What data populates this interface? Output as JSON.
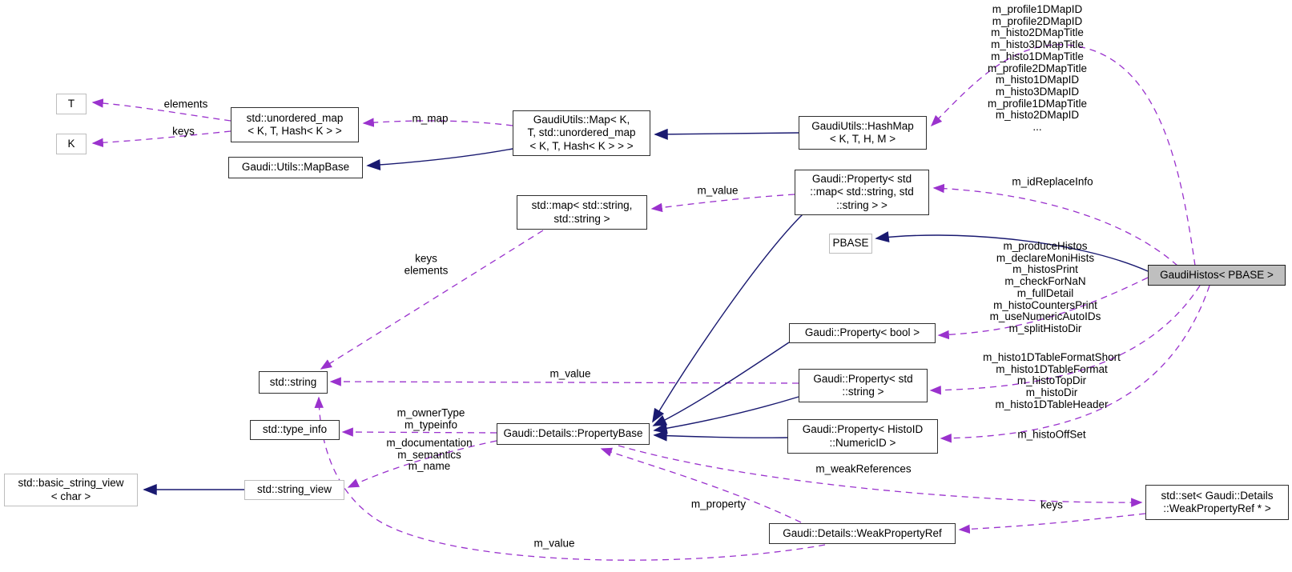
{
  "nodes": {
    "t": {
      "label": "T"
    },
    "k": {
      "label": "K"
    },
    "unordered_map": {
      "label": "std::unordered_map\n< K, T, Hash< K > >"
    },
    "map_base": {
      "label": "Gaudi::Utils::MapBase"
    },
    "gaudi_map": {
      "label": "GaudiUtils::Map< K,\n T, std::unordered_map\n< K, T, Hash< K > > >"
    },
    "hash_map": {
      "label": "GaudiUtils::HashMap\n< K, T, H, M >"
    },
    "std_map": {
      "label": "std::map< std::string,\nstd::string >"
    },
    "property_map": {
      "label": "Gaudi::Property< std\n::map< std::string, std\n::string > >"
    },
    "pbase": {
      "label": "PBASE"
    },
    "gaudi_histos": {
      "label": "GaudiHistos< PBASE >"
    },
    "property_bool": {
      "label": "Gaudi::Property< bool >"
    },
    "std_string": {
      "label": "std::string"
    },
    "property_string": {
      "label": "Gaudi::Property< std\n::string >"
    },
    "type_info": {
      "label": "std::type_info"
    },
    "property_base": {
      "label": "Gaudi::Details::PropertyBase"
    },
    "property_histoid": {
      "label": "Gaudi::Property< HistoID\n::NumericID >"
    },
    "basic_string_view": {
      "label": "std::basic_string_view\n< char >"
    },
    "string_view": {
      "label": "std::string_view"
    },
    "weak_property_ref": {
      "label": "Gaudi::Details::WeakPropertyRef"
    },
    "std_set": {
      "label": "std::set< Gaudi::Details\n::WeakPropertyRef * >"
    }
  },
  "edge_labels": {
    "elements_top": "elements",
    "keys_top": "keys",
    "m_map": "m_map",
    "m_value_map": "m_value",
    "map_id_block": "m_profile1DMapID\nm_profile2DMapID\nm_histo2DMapTitle\nm_histo3DMapTitle\nm_histo1DMapTitle\nm_profile2DMapTitle\nm_histo1DMapID\nm_histo3DMapID\nm_profile1DMapTitle\nm_histo2DMapID\n...",
    "m_idReplaceInfo": "m_idReplaceInfo",
    "bool_block": "m_produceHistos\nm_declareMoniHists\nm_histosPrint\nm_checkForNaN\nm_fullDetail\nm_histoCountersPrint\nm_useNumericAutoIDs\nm_splitHistoDir",
    "string_block": "m_histo1DTableFormatShort\nm_histo1DTableFormat\nm_histoTopDir\nm_histoDir\nm_histo1DTableHeader",
    "m_histoOffSet": "m_histoOffSet",
    "keys_elements": "keys\nelements",
    "m_value_string": "m_value",
    "owner_type_block": "m_ownerType\nm_typeinfo",
    "doc_block": "m_documentation\nm_semantics\nm_name",
    "m_weakReferences": "m_weakReferences",
    "m_property": "m_property",
    "keys_set": "keys",
    "m_value_weak": "m_value"
  },
  "colors": {
    "usage_edge": "#9a32cd",
    "inheritance_edge": "#191970",
    "main_node_fill": "#bfbfbf"
  }
}
